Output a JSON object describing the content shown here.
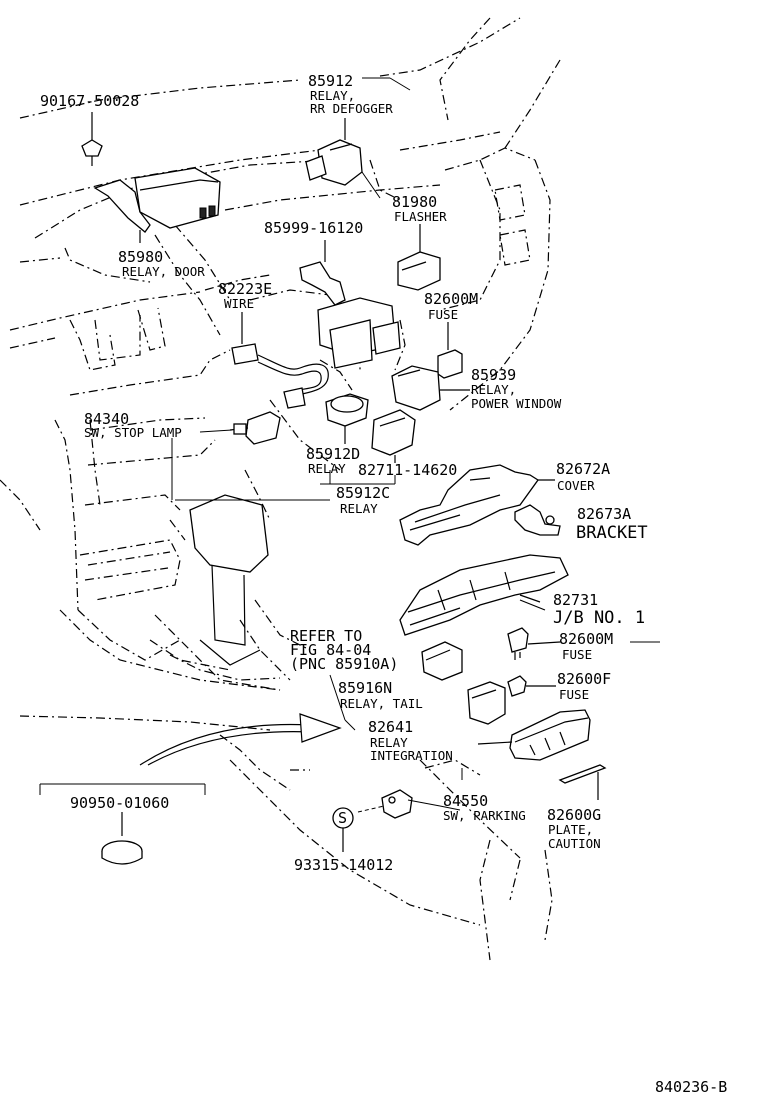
{
  "diagram_id": "840236-B",
  "callouts": {
    "c90167": {
      "number": "90167-50028"
    },
    "c85912": {
      "number": "85912",
      "line1": "RELAY,",
      "line2": "RR DEFOGGER"
    },
    "c81980": {
      "number": "81980",
      "line1": "FLASHER"
    },
    "c85999": {
      "number": "85999-16120"
    },
    "c85980": {
      "number": "85980",
      "line1": "RELAY, DOOR"
    },
    "c82223E": {
      "number": "82223E",
      "line1": "WIRE"
    },
    "c82600M_top": {
      "number": "82600M",
      "line1": "FUSE"
    },
    "c85939": {
      "number": "85939",
      "line1": "RELAY,",
      "line2": "POWER WINDOW"
    },
    "c84340": {
      "number": "84340",
      "line1": "SW, STOP LAMP"
    },
    "c85912D": {
      "number": "85912D",
      "line1": "RELAY"
    },
    "c82711": {
      "number": "82711-14620"
    },
    "c85912C": {
      "number": "85912C",
      "line1": "RELAY"
    },
    "c82672A": {
      "number": "82672A",
      "line1": "COVER"
    },
    "c82673A": {
      "number": "82673A",
      "line1": "BRACKET"
    },
    "c82731": {
      "number": "82731",
      "line1": "J/B NO. 1"
    },
    "refer": {
      "line1": "REFER TO",
      "line2": "FIG 84-04",
      "line3": "(PNC 85910A)"
    },
    "c82600M_bottom": {
      "number": "82600M",
      "line1": "FUSE"
    },
    "c82600F": {
      "number": "82600F",
      "line1": "FUSE"
    },
    "c85916N": {
      "number": "85916N",
      "line1": "RELAY, TAIL"
    },
    "c82641": {
      "number": "82641",
      "line1": "RELAY",
      "line2": "INTEGRATION"
    },
    "c84550": {
      "number": "84550",
      "line1": "SW, PARKING"
    },
    "c82600G": {
      "number": "82600G",
      "line1": "PLATE,",
      "line2": "CAUTION"
    },
    "c90950": {
      "number": "90950-01060"
    },
    "c93315": {
      "number": "93315-14012",
      "symbol": "S"
    }
  }
}
